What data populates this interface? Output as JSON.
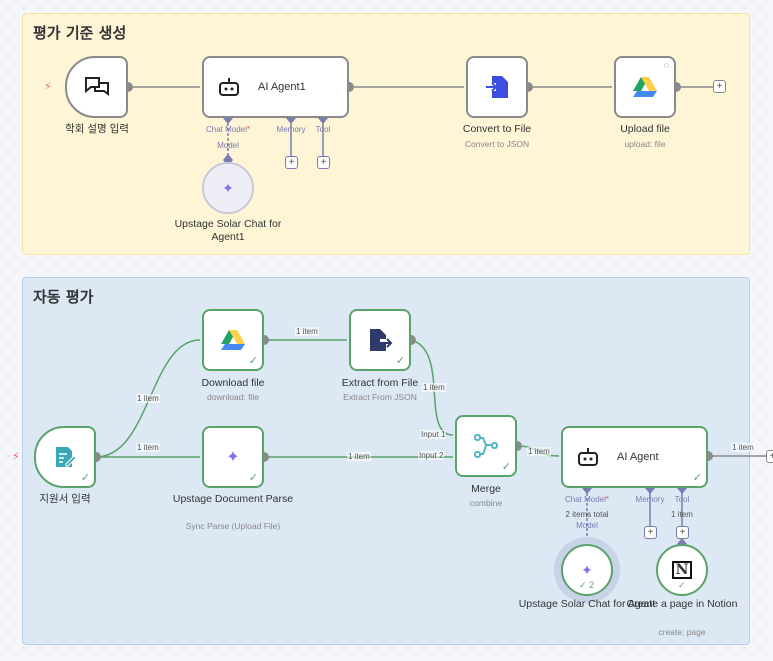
{
  "groups": [
    {
      "title": "평가 기준 생성"
    },
    {
      "title": "자동 평가"
    }
  ],
  "top": {
    "trigger": {
      "label": "학회 설명 입력",
      "icon": "chat-icon"
    },
    "agent": {
      "label": "AI Agent1",
      "ports": {
        "chat_model": "Chat Model",
        "memory": "Memory",
        "tool": "Tool",
        "required": "*"
      },
      "model_label": "Model"
    },
    "model": {
      "label": "Upstage Solar Chat for Agent1"
    },
    "convert": {
      "label": "Convert to File",
      "sub": "Convert to JSON"
    },
    "upload": {
      "label": "Upload file",
      "sub": "upload: file"
    }
  },
  "bottom": {
    "trigger": {
      "label": "지원서 입력",
      "icon": "form-icon"
    },
    "download": {
      "label": "Download file",
      "sub": "download: file"
    },
    "extract": {
      "label": "Extract from File",
      "sub": "Extract From JSON"
    },
    "parse": {
      "label": "Upstage Document Parse",
      "sub": "Sync Parse (Upload File)"
    },
    "merge": {
      "label": "Merge",
      "sub": "combine",
      "input1": "Input 1",
      "input2": "Input 2"
    },
    "agent": {
      "label": "AI Agent",
      "ports": {
        "chat_model": "Chat Model",
        "memory": "Memory",
        "tool": "Tool",
        "required": "*"
      },
      "model_label": "Model",
      "model_count": "2 items total",
      "tool_count": "1 item"
    },
    "model": {
      "label": "Upstage Solar Chat for Agent",
      "runs": "2"
    },
    "notion": {
      "label": "Create a page in Notion",
      "sub": "create: page"
    },
    "edge_label": "1 item"
  },
  "colors": {
    "success": "#5aa36b",
    "sub_port": "#7a7bb0",
    "trigger": "#f06a5a"
  }
}
